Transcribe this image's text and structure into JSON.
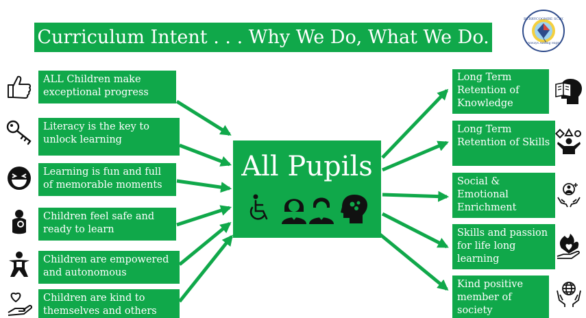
{
  "title": "Curriculum Intent . . . Why We Do, What We Do.",
  "logo": {
    "name": "BERRYCOOMBE SCHOOL",
    "motto": "Always Aiming High"
  },
  "center": {
    "title": "All Pupils"
  },
  "left_items": [
    {
      "text": "ALL Children make exceptional progress",
      "icon": "thumbs-up-icon"
    },
    {
      "text": "Literacy is the key to unlock learning",
      "icon": "key-icon"
    },
    {
      "text": "Learning is fun and full of memorable moments",
      "icon": "laughing-face-icon"
    },
    {
      "text": "Children feel safe and ready to learn",
      "icon": "safe-child-icon"
    },
    {
      "text": "Children are empowered and autonomous",
      "icon": "empowered-person-icon"
    },
    {
      "text": "Children are kind to themselves and others",
      "icon": "heart-hand-icon"
    }
  ],
  "right_items": [
    {
      "text": "Long Term Retention of Knowledge",
      "icon": "book-head-icon"
    },
    {
      "text": "Long Term Retention of Skills",
      "icon": "juggling-person-icon"
    },
    {
      "text": "Social & Emotional Enrichment",
      "icon": "caring-hands-icon"
    },
    {
      "text": "Skills and passion for life long learning",
      "icon": "heart-flame-icon"
    },
    {
      "text": "Kind positive member of society",
      "icon": "globe-hands-icon"
    }
  ],
  "colors": {
    "accent": "#10a84a",
    "text_on_accent": "#ffffff",
    "logo_blue": "#2d4a8a"
  }
}
